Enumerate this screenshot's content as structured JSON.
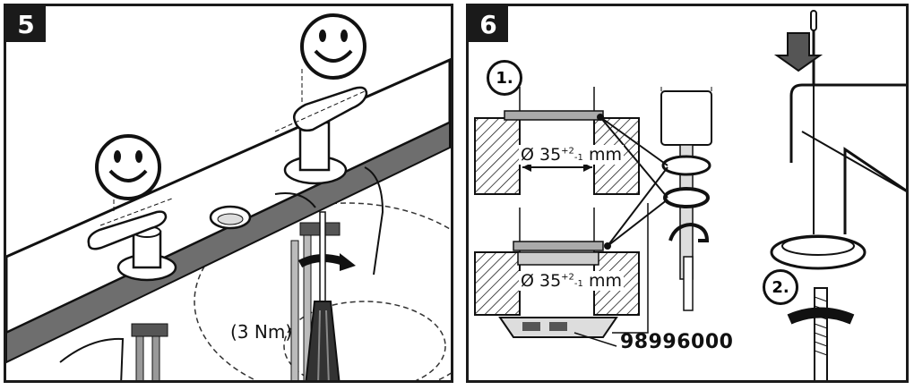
{
  "panel5": {
    "step": "5",
    "torque": "(3 Nm)"
  },
  "panel6": {
    "step": "6",
    "callout1": "1.",
    "callout2": "2.",
    "dim_top": "Ø 35",
    "dim_bottom": "Ø 35",
    "tol_upper": "+2",
    "tol_lower": "-1",
    "unit": "mm",
    "part_number": "98996000"
  },
  "icons": [
    "smiley-face-icon",
    "smiley-face-icon",
    "down-arrow-icon",
    "screwdriver-icon",
    "rotation-arrow-icon"
  ]
}
